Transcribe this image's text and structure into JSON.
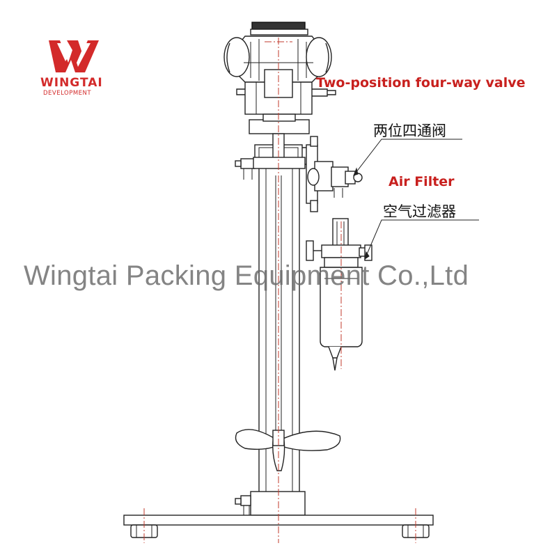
{
  "logo": {
    "name": "WINGTAI",
    "subtitle": "DEVELOPMENT",
    "color": "#d32a2a"
  },
  "labels": {
    "valve_en": "Two-position four-way valve",
    "valve_cn": "两位四通阀",
    "filter_en": "Air Filter",
    "filter_cn": "空气过滤器"
  },
  "watermark": "Wingtai Packing Equipment Co.,Ltd",
  "colors": {
    "line": "#222222",
    "centerline": "#c0392b",
    "accent_text": "#c8201e"
  }
}
